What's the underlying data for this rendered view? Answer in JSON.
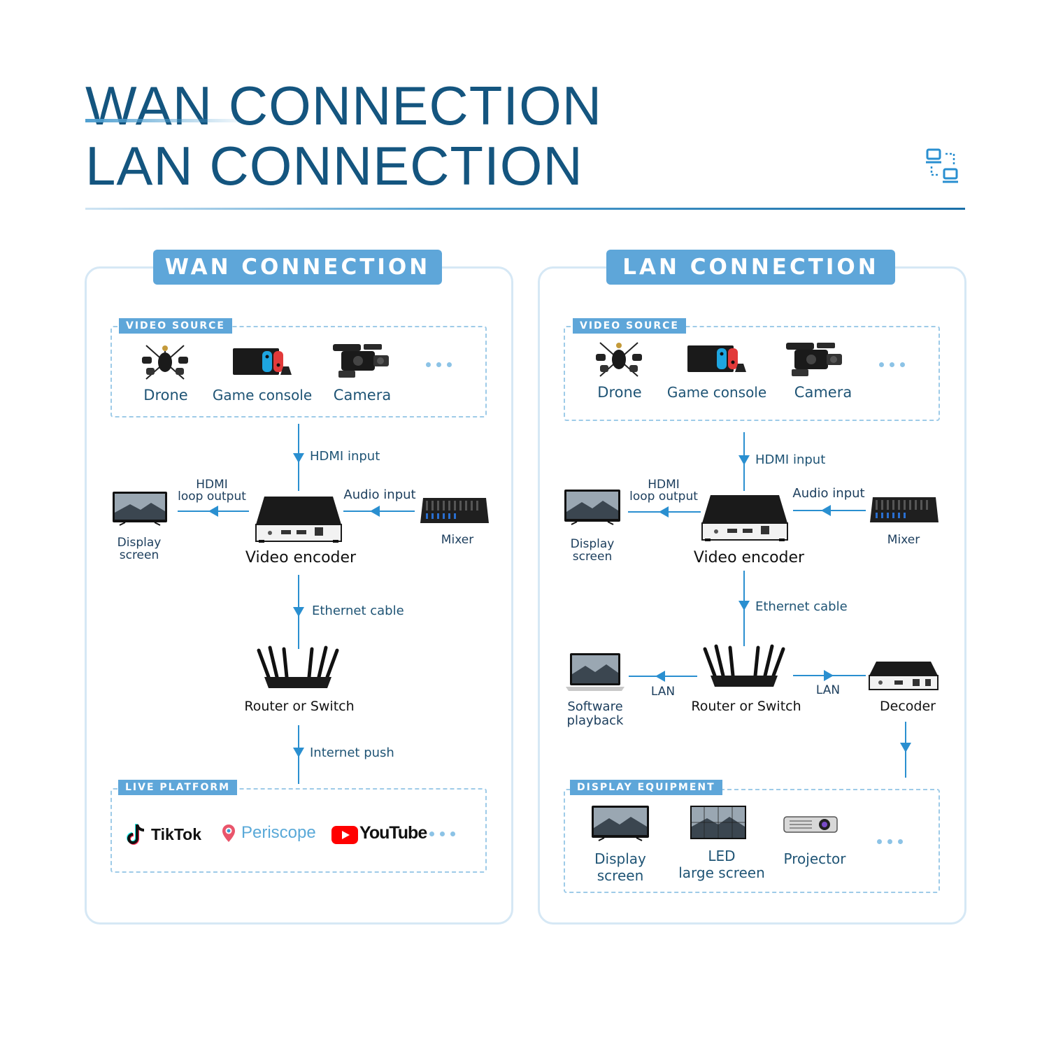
{
  "title": {
    "line1": "WAN CONNECTION",
    "line2": "LAN CONNECTION"
  },
  "icons": {
    "header": "network-computers-icon"
  },
  "colors": {
    "accent": "#5ea6d9",
    "title": "#14557f",
    "line": "#2a8fd0",
    "border": "#d6e8f5"
  },
  "wan": {
    "header": "WAN CONNECTION",
    "video_source": {
      "tag": "VIDEO SOURCE",
      "items": [
        "Drone",
        "Game console",
        "Camera"
      ]
    },
    "hdmi_input": "HDMI input",
    "hdmi_loop": {
      "line1": "HDMI",
      "line2": "loop output"
    },
    "audio_input": "Audio input",
    "display": {
      "line1": "Display",
      "line2": "screen"
    },
    "mixer": "Mixer",
    "encoder": "Video encoder",
    "ethernet": "Ethernet cable",
    "router": "Router or Switch",
    "internet_push": "Internet push",
    "live_platform": {
      "tag": "LIVE PLATFORM",
      "items": [
        "TikTok",
        "Periscope",
        "YouTube"
      ]
    }
  },
  "lan": {
    "header": "LAN CONNECTION",
    "video_source": {
      "tag": "VIDEO SOURCE",
      "items": [
        "Drone",
        "Game console",
        "Camera"
      ]
    },
    "hdmi_input": "HDMI input",
    "hdmi_loop": {
      "line1": "HDMI",
      "line2": "loop output"
    },
    "audio_input": "Audio input",
    "display": {
      "line1": "Display",
      "line2": "screen"
    },
    "mixer": "Mixer",
    "encoder": "Video encoder",
    "ethernet": "Ethernet cable",
    "router": "Router or Switch",
    "lan_left": "LAN",
    "lan_right": "LAN",
    "software": {
      "line1": "Software",
      "line2": "playback"
    },
    "decoder": "Decoder",
    "display_equipment": {
      "tag": "DISPLAY EQUIPMENT",
      "display": {
        "line1": "Display",
        "line2": "screen"
      },
      "led": {
        "line1": "LED",
        "line2": "large screen"
      },
      "projector": "Projector"
    }
  }
}
